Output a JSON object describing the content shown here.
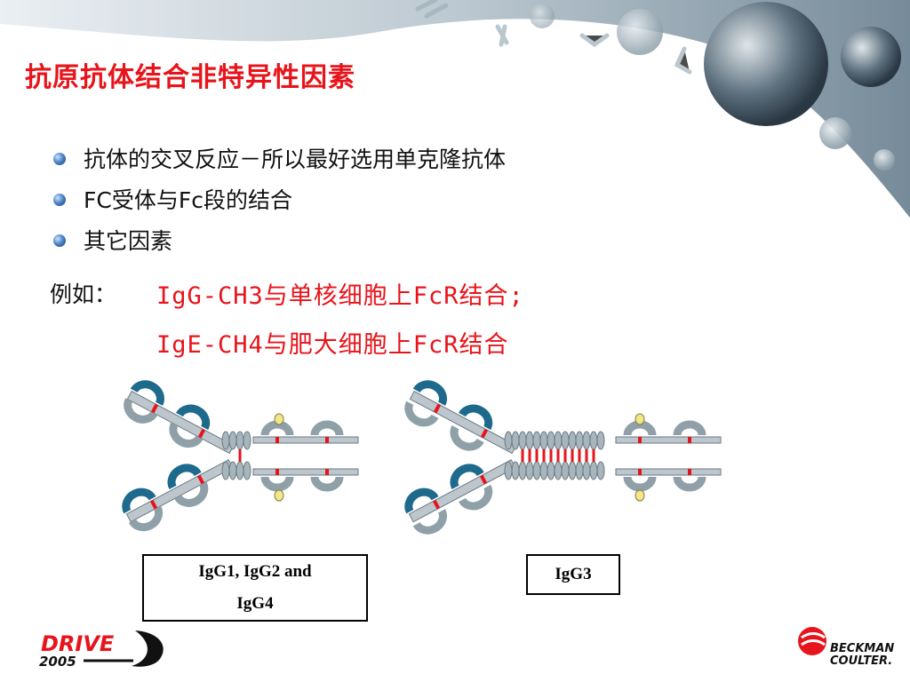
{
  "slide": {
    "title": "抗原抗体结合非特异性因素",
    "bullets": [
      {
        "text": "抗体的交叉反应－所以最好选用单克隆抗体"
      },
      {
        "prefix": "FC",
        "middle": "受体与",
        "latin": "Fc",
        "suffix": "段的结合"
      },
      {
        "text": "其它因素"
      }
    ],
    "example": {
      "label": "例如：",
      "line1": "IgG-CH3与单核细胞上FcR结合;",
      "line2": "IgE-CH4与肥大细胞上FcR结合"
    },
    "diagrams": {
      "caption1_line1": "IgG1, IgG2 and",
      "caption1_line2": "IgG4",
      "caption2": "IgG3"
    },
    "logos": {
      "drive": "DRIVE",
      "drive_year": "2005",
      "beckman_line1": "BECKMAN",
      "beckman_line2": "COULTER."
    }
  },
  "colors": {
    "title": "#e8141b",
    "example": "#e8141b",
    "domain_dark": "#1d6a8c",
    "domain_grey": "#8fa0a8",
    "disulfide": "#e8141b"
  }
}
